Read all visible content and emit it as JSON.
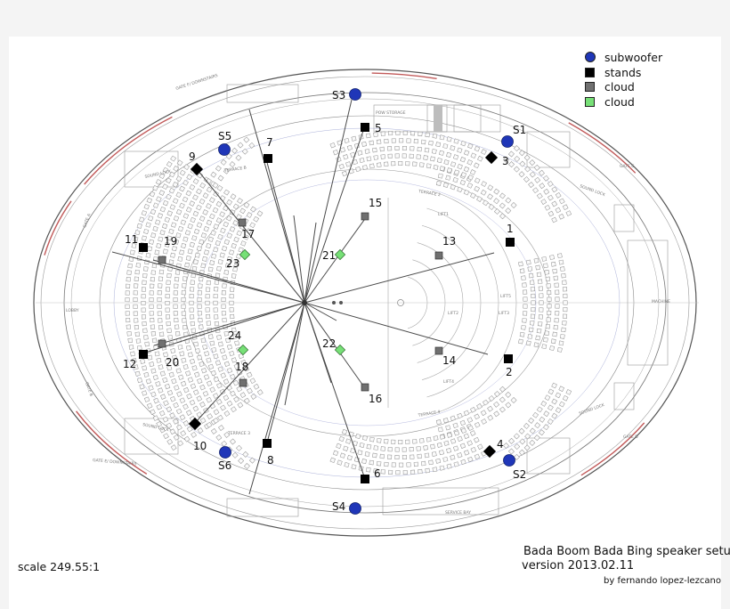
{
  "legend": [
    {
      "label": "subwoofer",
      "shape": "circle",
      "color": "#1f36b8"
    },
    {
      "label": "stands",
      "shape": "square",
      "color": "#000000"
    },
    {
      "label": "cloud",
      "shape": "square",
      "color": "#707070"
    },
    {
      "label": "cloud",
      "shape": "square",
      "color": "#77e077"
    }
  ],
  "subwoofers": [
    "S1",
    "S2",
    "S3",
    "S4",
    "S5",
    "S6"
  ],
  "stands": [
    "1",
    "2",
    "3",
    "4",
    "5",
    "6",
    "7",
    "8",
    "9",
    "10",
    "11",
    "12"
  ],
  "gray_clouds": [
    "13",
    "14",
    "15",
    "16",
    "17",
    "18",
    "19",
    "20"
  ],
  "green_clouds": [
    "21",
    "22",
    "23",
    "24"
  ],
  "plan_text": {
    "gate_a": "GATE A",
    "gate_b": "GATE B",
    "gate_f": "GATE F/ DOWNSTAIRS",
    "gate_e": "GATE E/ DOWNSTAIRS",
    "gate_c": "GATE C",
    "gate_d": "GATE D",
    "lobby": "LOBBY",
    "sound_lock": "SOUND LOCK",
    "terrace_b": "TERRACE B",
    "terrace_2": "TERRACE 2",
    "terrace_3": "TERRACE 3",
    "terrace_4": "TERRACE 4",
    "pow_storage": "POW STORAGE",
    "lift_1": "LIFT1",
    "lift_2": "LIFT2",
    "lift_3": "LIFT3",
    "lift_4": "LIFT4",
    "lift_5": "LIFT5",
    "service_bay": "SERVICE BAY",
    "machine": "MACHINE"
  },
  "footer": {
    "scale": "scale 249.55:1",
    "title": "Bada Boom Bada Bing speaker setup",
    "version": "version 2013.02.11",
    "author": "by fernando lopez-lezcano"
  }
}
